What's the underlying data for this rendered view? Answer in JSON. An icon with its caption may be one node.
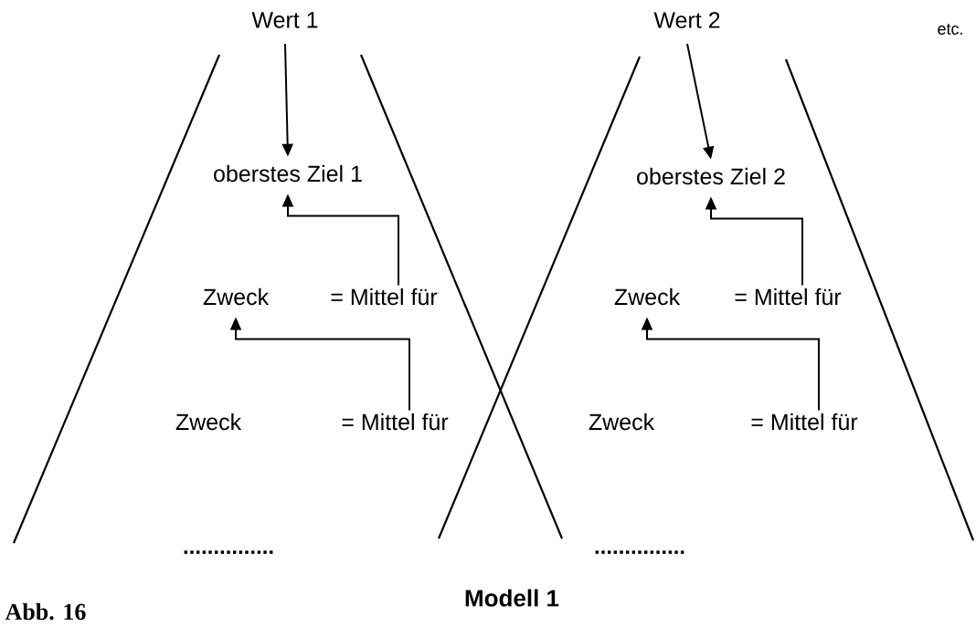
{
  "diagram": {
    "nodes": [
      {
        "text": [
          "Wert 1"
        ]
      },
      {
        "text": [
          "oberstes Ziel 1"
        ]
      },
      {
        "text": [
          "Zweck"
        ]
      },
      {
        "text": [
          "= Mittel für"
        ]
      },
      {
        "text": [
          "Zweck"
        ]
      },
      {
        "text": [
          "= Mittel für"
        ]
      },
      {
        "text": [
          "Wert 2"
        ]
      },
      {
        "text": [
          "oberstes Ziel 2"
        ]
      },
      {
        "text": [
          "Zweck"
        ]
      },
      {
        "text": [
          "= Mittel für"
        ]
      },
      {
        "text": [
          "Zweck"
        ]
      },
      {
        "text": [
          "= Mittel für"
        ]
      }
    ],
    "edges": [
      {
        "from": 0,
        "to": 1,
        "arrow": "to"
      },
      {
        "from": 3,
        "to": 1,
        "arrow": "to"
      },
      {
        "from": 5,
        "to": 2,
        "arrow": "to"
      },
      {
        "from": 6,
        "to": 7,
        "arrow": "to"
      },
      {
        "from": 9,
        "to": 7,
        "arrow": "to"
      },
      {
        "from": 11,
        "to": 8,
        "arrow": "to"
      }
    ],
    "labels": [
      "etc.",
      "...............",
      "...............",
      "Modell 1",
      "Abb. 16"
    ]
  }
}
